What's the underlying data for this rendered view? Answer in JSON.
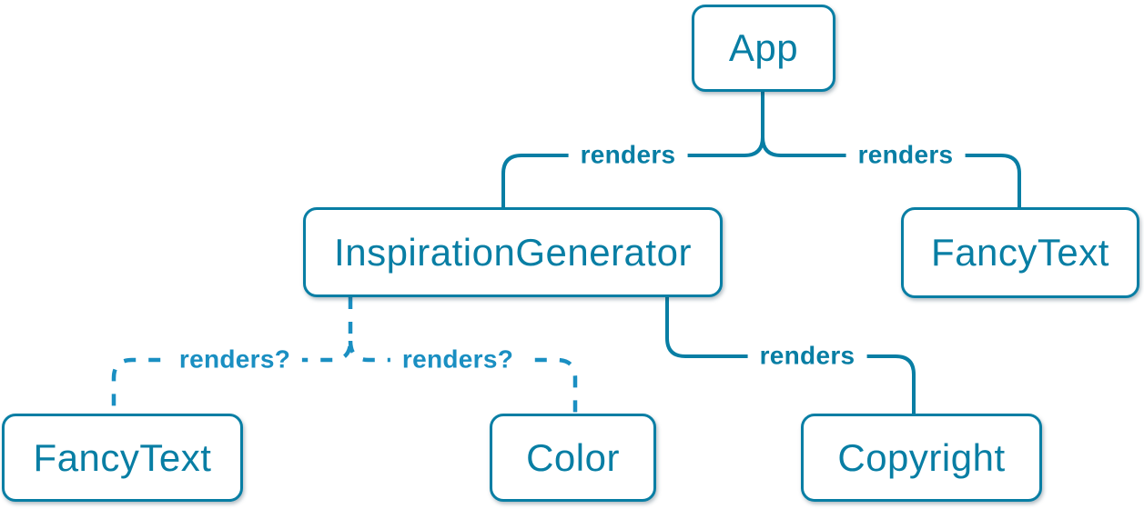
{
  "diagram": {
    "kind": "react-component-render-tree",
    "colors": {
      "solid_edge": "#087ea4",
      "dashed_edge": "#1a8fc2",
      "node_border": "#087ea4",
      "node_text": "#087ea4",
      "node_background": "#ffffff"
    },
    "nodes": [
      {
        "id": "app",
        "label": "App"
      },
      {
        "id": "inspiration-generator",
        "label": "InspirationGenerator"
      },
      {
        "id": "fancy-text-top",
        "label": "FancyText"
      },
      {
        "id": "fancy-text-bottom",
        "label": "FancyText"
      },
      {
        "id": "color",
        "label": "Color"
      },
      {
        "id": "copyright",
        "label": "Copyright"
      }
    ],
    "edges": [
      {
        "from": "App",
        "to": "InspirationGenerator",
        "label": "renders",
        "style": "solid"
      },
      {
        "from": "App",
        "to": "FancyText",
        "label": "renders",
        "style": "solid"
      },
      {
        "from": "InspirationGenerator",
        "to": "FancyText",
        "label": "renders?",
        "style": "dashed"
      },
      {
        "from": "InspirationGenerator",
        "to": "Color",
        "label": "renders?",
        "style": "dashed"
      },
      {
        "from": "InspirationGenerator",
        "to": "Copyright",
        "label": "renders",
        "style": "solid"
      }
    ]
  }
}
